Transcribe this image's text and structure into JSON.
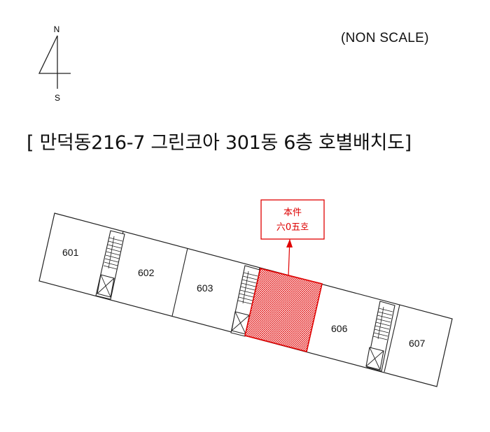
{
  "compass": {
    "north": "N",
    "south": "S"
  },
  "scale_note": "(NON SCALE)",
  "title": "[ 만덕동216-7 그린코아 301동 6층 호별배치도]",
  "units": {
    "u601": "601",
    "u602": "602",
    "u603": "603",
    "u606": "606",
    "u607": "607"
  },
  "callout": {
    "line1": "本件",
    "line2": "六0五호"
  },
  "colors": {
    "highlight": "#e00000",
    "outline": "#222222"
  }
}
